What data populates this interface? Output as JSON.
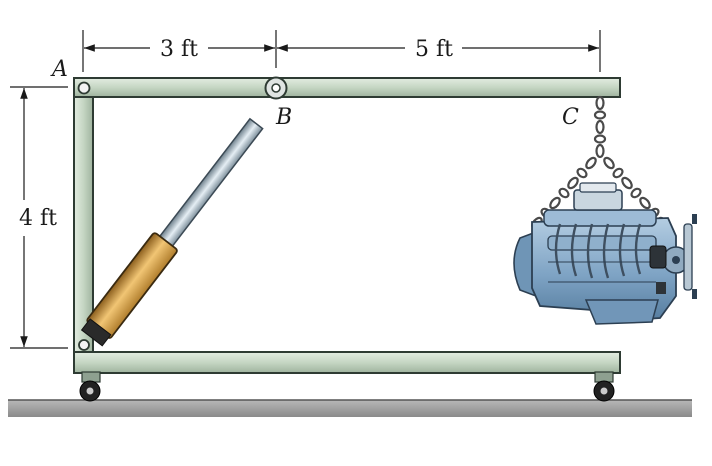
{
  "figure": {
    "labels": {
      "point_a": "A",
      "point_b": "B",
      "point_c": "C"
    },
    "dimensions": {
      "ab_horizontal": "3 ft",
      "bc_horizontal": "5 ft",
      "vertical_height": "4 ft"
    },
    "colors": {
      "frame_fill": "#c5d6c3",
      "frame_stroke": "#2e3b33",
      "cylinder": "#d8a24a",
      "rod": "#9fb1bd",
      "engine": "#7ea3c4",
      "ground": "#9a9a9a"
    }
  }
}
